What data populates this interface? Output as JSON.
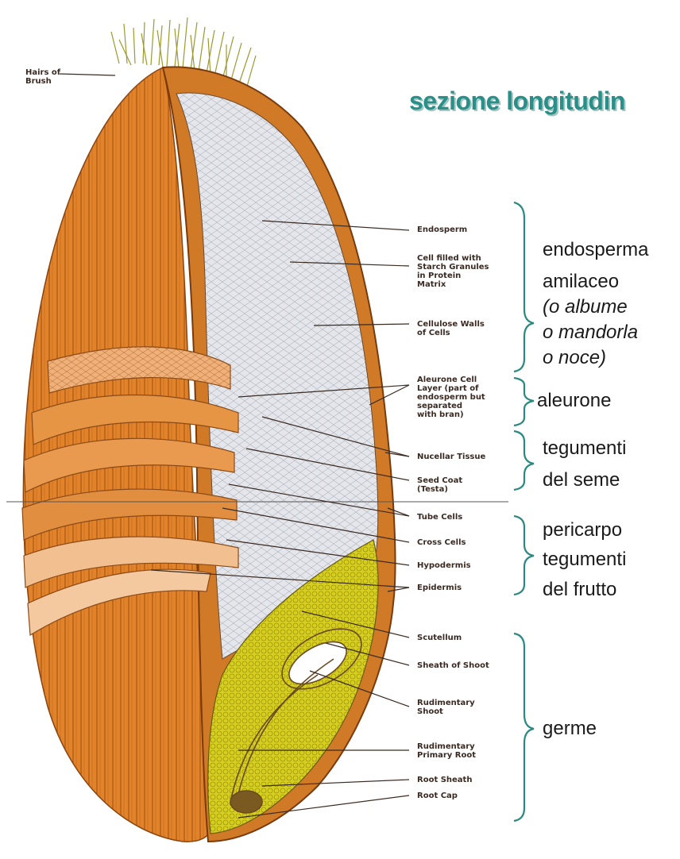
{
  "title": "sezione longitudin",
  "labels_en": {
    "hairs": "Hairs of\nBrush",
    "endosperm": "Endosperm",
    "cell_filled": "Cell filled with\nStarch Granules\nin Protein\nMatrix",
    "cellulose": "Cellulose Walls\nof Cells",
    "aleurone_cell": "Aleurone Cell\nLayer (part of\nendosperm but\nseparated\nwith bran)",
    "nucellar": "Nucellar Tissue",
    "seed_coat": "Seed Coat\n(Testa)",
    "tube_cells": "Tube Cells",
    "cross_cells": "Cross Cells",
    "hypodermis": "Hypodermis",
    "epidermis": "Epidermis",
    "scutellum": "Scutellum",
    "sheath_shoot": "Sheath of Shoot",
    "rud_shoot": "Rudimentary\nShoot",
    "rud_root": "Rudimentary\nPrimary Root",
    "root_sheath": "Root Sheath",
    "root_cap": "Root Cap"
  },
  "labels_it": {
    "endosperma_1": "endosperma",
    "endosperma_2": "amilaceo",
    "endosperma_3": "(o albume",
    "endosperma_4": "o mandorla",
    "endosperma_5": "o noce)",
    "aleurone": "aleurone",
    "tegumenti_seme_1": "tegumenti",
    "tegumenti_seme_2": "del seme",
    "pericarpo_1": "pericarpo",
    "pericarpo_2": "tegumenti",
    "pericarpo_3": "del frutto",
    "germe": "germe"
  },
  "colors": {
    "title": "#2a8f88",
    "bran_orange": "#e0832a",
    "bran_dark": "#a04d12",
    "endosperm": "#e3e5ea",
    "germ": "#d8d020",
    "brace": "#2a8a80"
  }
}
